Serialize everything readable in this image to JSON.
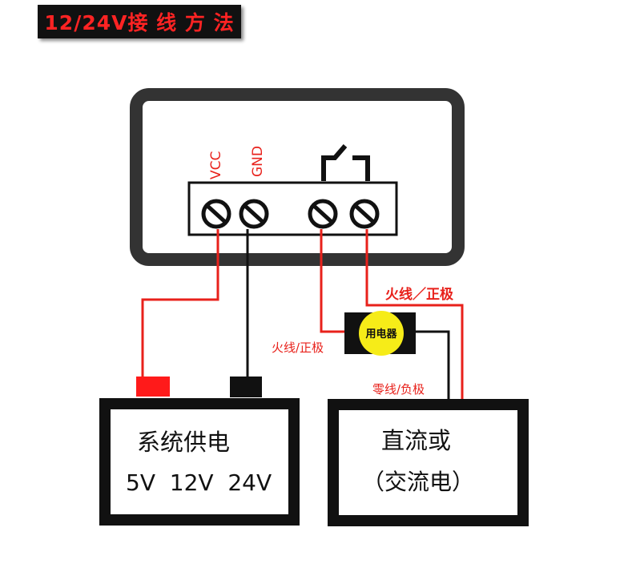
{
  "title": "12/24V接 线 方 法",
  "terminals": {
    "vcc": "VCC",
    "gnd": "GND"
  },
  "load": {
    "label": "用电器"
  },
  "wire_labels": {
    "live_positive_top": "火线／正极",
    "live_positive_left": "火线/正极",
    "neutral_negative": "零线/负极"
  },
  "power_box": {
    "line1": "系统供电",
    "line2": "5V  12V  24V"
  },
  "source_box": {
    "line1": "直流或",
    "line2": "（交流电）"
  },
  "colors": {
    "wire_red": "#e8211b",
    "wire_black": "#111111",
    "load_yellow": "#f6ec18",
    "device_frame": "#333333",
    "positive_terminal": "#ff1a1a"
  }
}
